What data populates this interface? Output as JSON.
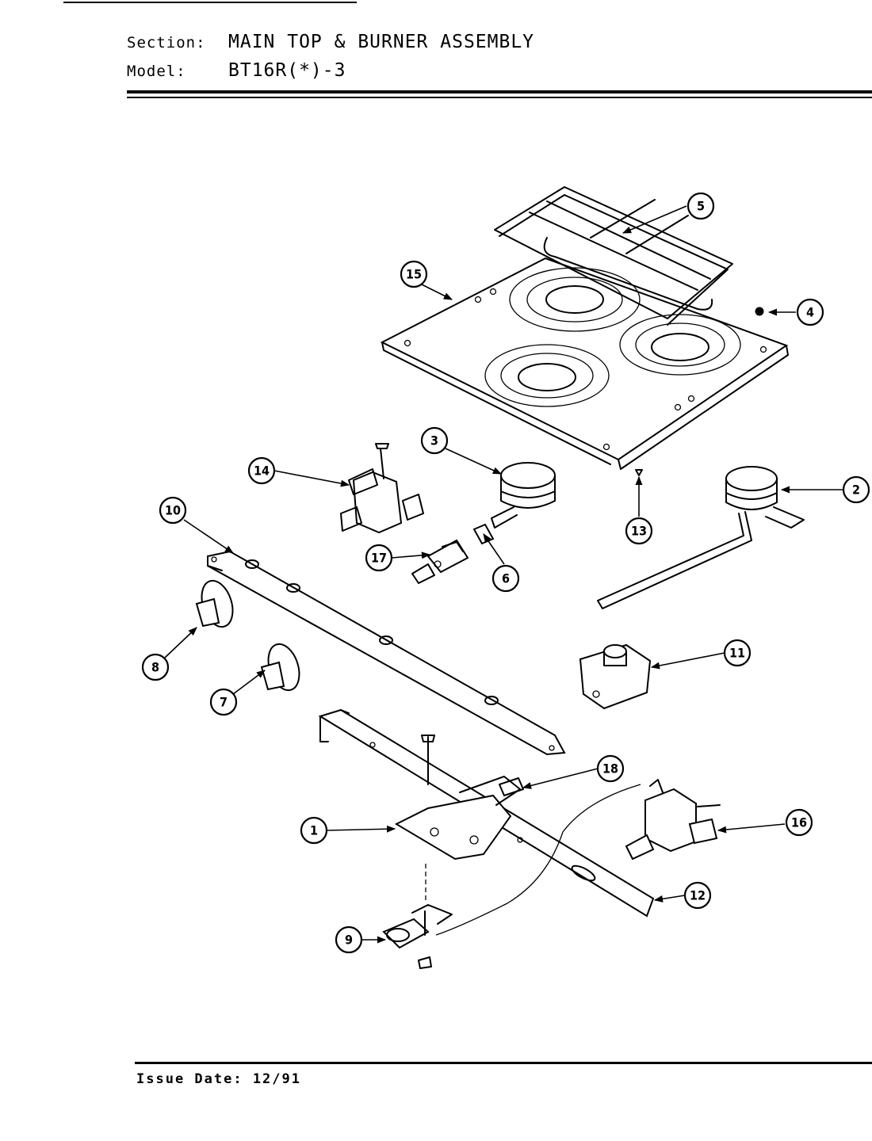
{
  "header": {
    "section_label": "Section:",
    "section_value": "MAIN TOP & BURNER ASSEMBLY",
    "model_label": "Model:",
    "model_value": "BT16R(*)-3"
  },
  "footer": {
    "issue_date": "Issue Date: 12/91"
  },
  "callouts": [
    "1",
    "2",
    "3",
    "4",
    "5",
    "6",
    "7",
    "8",
    "9",
    "10",
    "11",
    "12",
    "13",
    "14",
    "15",
    "16",
    "17",
    "18"
  ]
}
